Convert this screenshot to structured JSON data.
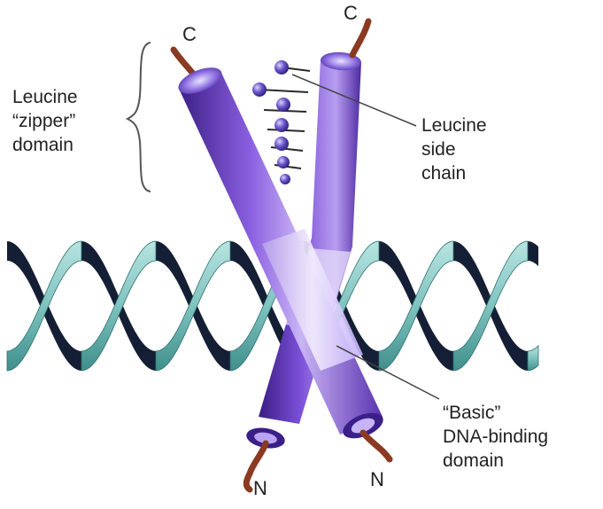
{
  "labels": {
    "zipper": [
      "Leucine",
      "“zipper”",
      "domain"
    ],
    "side_chain": [
      "Leucine",
      "side",
      "chain"
    ],
    "basic": [
      "“Basic”",
      "DNA-binding",
      "domain"
    ]
  },
  "termini": {
    "c_left": "C",
    "c_right": "C",
    "n_left": "N",
    "n_right": "N"
  },
  "colors": {
    "helix": "#7c4fd0",
    "helix_dark": "#4a2a9a",
    "dna_front": "#7fc3c0",
    "dna_back": "#141f35",
    "terminus_chain": "#8a3a22",
    "leucine_ball": "#5a46b8"
  }
}
